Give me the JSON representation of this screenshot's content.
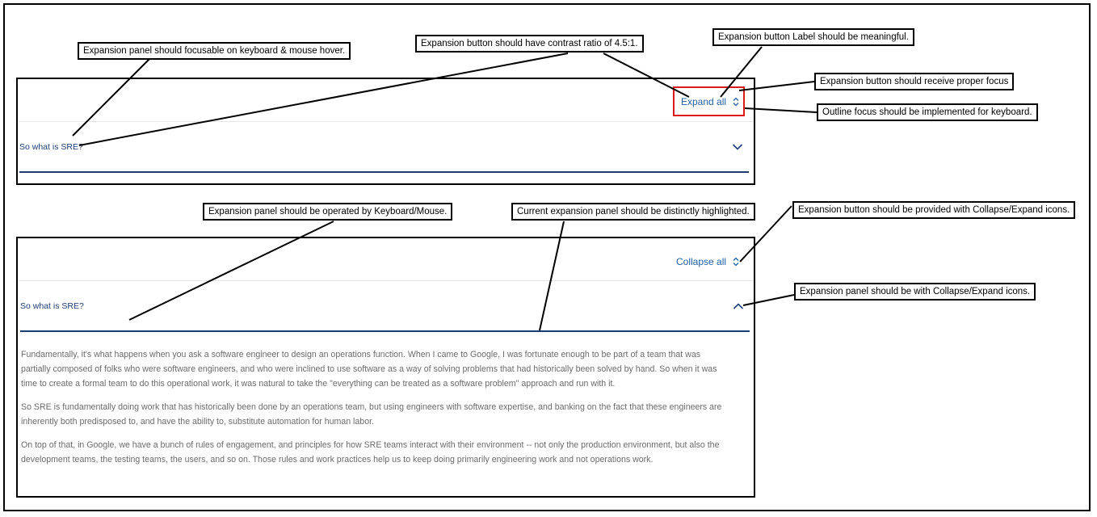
{
  "panel_collapsed": {
    "expand_label": "Expand all",
    "header_title": "So what is SRE?"
  },
  "panel_expanded": {
    "collapse_label": "Collapse all",
    "header_title": "So what is SRE?",
    "paragraphs": [
      "Fundamentally, it's what happens when you ask a software engineer to design an operations function. When I came to Google, I was fortunate enough to be part of a team that was partially composed of folks who were software engineers, and who were inclined to use software as a way of solving problems that had historically been solved by hand. So when it was time to create a formal team to do this operational work, it was natural to take the \"everything can be treated as a software problem\" approach and run with it.",
      "So SRE is fundamentally doing work that has historically been done by an operations team, but using engineers with software expertise, and banking on the fact that these engineers are inherently both predisposed to, and have the ability to, substitute automation for human labor.",
      "On top of that, in Google, we have a bunch of rules of engagement, and principles for how SRE teams interact with their environment -- not only the production environment, but also the development teams, the testing teams, the users, and so on. Those rules and work practices help us to keep doing primarily engineering work and not operations work."
    ]
  },
  "callouts": {
    "focusable": "Expansion panel should focusable on keyboard & mouse hover.",
    "contrast": "Expansion button should have contrast ratio of 4.5:1.",
    "label_meaningful": "Expansion button Label should be meaningful.",
    "receive_focus": "Expansion button should receive proper focus",
    "outline_focus": "Outline focus should be implemented for keyboard.",
    "operated": "Expansion panel should be operated by Keyboard/Mouse.",
    "highlighted": "Current expansion panel should be distinctly highlighted.",
    "button_icons": "Expansion button should be provided with Collapse/Expand icons.",
    "panel_icons": "Expansion panel should be with Collapse/Expand icons."
  },
  "colors": {
    "link_blue": "#1f5fa6",
    "title_navy": "#1a3d78",
    "focus_red": "#d91b1b"
  }
}
